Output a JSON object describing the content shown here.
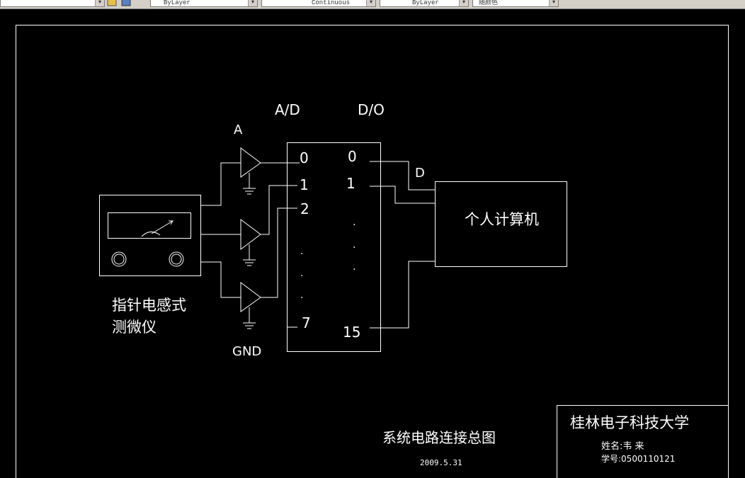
{
  "toolbar": {
    "layer_combo": "ByLayer",
    "linetype_combo": "Continuous",
    "lineweight_combo": "ByLayer",
    "color_combo": "随颜色"
  },
  "diagram": {
    "ad_label": "A/D",
    "do_label": "D/O",
    "a_label": "A",
    "d_label": "D",
    "gnd_label": "GND",
    "ad_pins": [
      "0",
      "1",
      "2",
      "·",
      "·",
      "·",
      "7"
    ],
    "do_pins": [
      "0",
      "1",
      "·",
      "·",
      "·",
      "15"
    ],
    "computer_label": "个人计算机",
    "meter_label_line1": "指针电感式",
    "meter_label_line2": "测微仪"
  },
  "title_block": {
    "drawing_title": "系统电路连接总图",
    "date": "2009.5.31",
    "school": "桂林电子科技大学",
    "name_line": "姓名:韦  来",
    "id_line": "学号:0500110121"
  },
  "colors": {
    "background": "#000000",
    "lines": "#ffffff",
    "toolbar": "#d4d0c8"
  }
}
